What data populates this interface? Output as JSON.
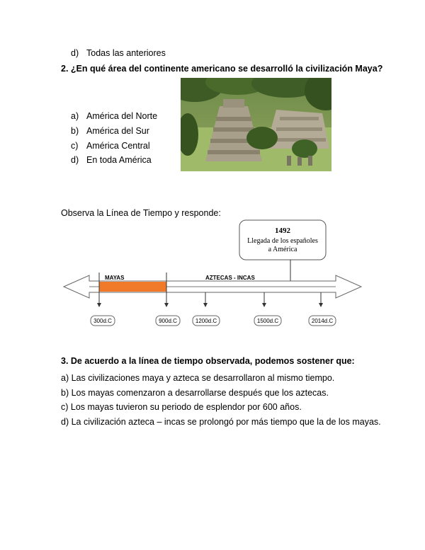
{
  "q1_last_option": {
    "letter": "d)",
    "text": "Todas las anteriores"
  },
  "q2": {
    "title": "2. ¿En qué área del continente americano se desarrolló la civilización Maya?",
    "options": [
      {
        "letter": "a)",
        "text": "América del Norte"
      },
      {
        "letter": "b)",
        "text": "América del Sur"
      },
      {
        "letter": "c)",
        "text": "América Central"
      },
      {
        "letter": "d)",
        "text": "En  toda América"
      }
    ]
  },
  "timeline_intro": "Observa la Línea de Tiempo y responde:",
  "timeline": {
    "callout_year": "1492",
    "callout_line1": "Llegada de los españoles",
    "callout_line2": "a América",
    "label_mayas": "MAYAS",
    "label_aztecas": "AZTECAS  - INCAS",
    "ticks": [
      "300d.C",
      "900d.C",
      "1200d.C",
      "1500d.C",
      "2014d.C"
    ],
    "bar_color": "#f07a2a"
  },
  "q3": {
    "title": "3. De acuerdo a la línea de tiempo observada, podemos sostener que:",
    "options": [
      "a) Las civilizaciones maya y azteca se desarrollaron al mismo tiempo.",
      "b) Los mayas comenzaron a desarrollarse después que los aztecas.",
      "c) Los mayas tuvieron su periodo de esplendor por 600 años.",
      "d) La civilización azteca – incas se prolongó por más tiempo que la de los mayas."
    ]
  }
}
